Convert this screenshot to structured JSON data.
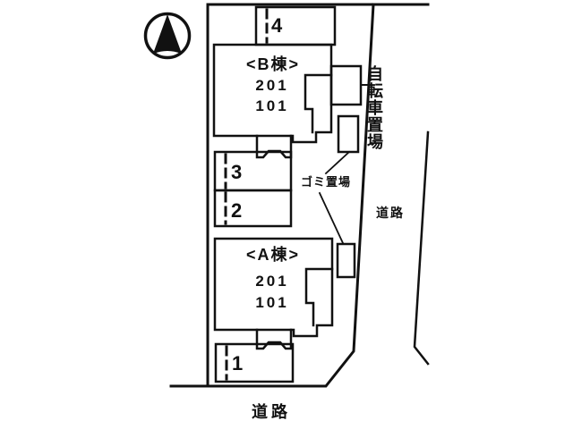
{
  "plan": {
    "compass": {
      "icon": "north-arrow"
    },
    "buildings": [
      {
        "name": "<B棟>",
        "units": [
          "201",
          "101"
        ]
      },
      {
        "name": "<A棟>",
        "units": [
          "201",
          "101"
        ]
      }
    ],
    "parking_spaces": [
      {
        "label": "4"
      },
      {
        "label": "3"
      },
      {
        "label": "2"
      },
      {
        "label": "1"
      }
    ],
    "facilities": {
      "bicycle_parking": "自転車置場",
      "garbage_area": "ゴミ置場"
    },
    "roads": {
      "right": "道路",
      "bottom": "道路"
    },
    "colors": {
      "line": "#111111",
      "background": "#ffffff"
    }
  }
}
